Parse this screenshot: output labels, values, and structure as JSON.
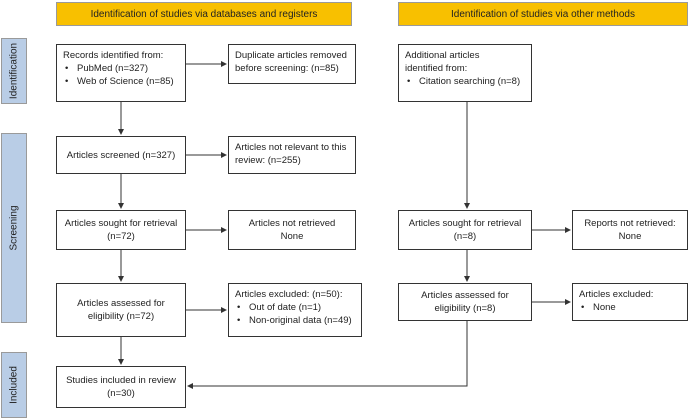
{
  "headers": {
    "left": "Identification of studies via databases and registers",
    "right": "Identification of studies via other methods"
  },
  "phases": {
    "identification": "Identification",
    "screening": "Screening",
    "included": "Included"
  },
  "boxes": {
    "records": {
      "title": "Records identified from:",
      "items": [
        "PubMed (n=327)",
        "Web of Science (n=85)"
      ]
    },
    "duplicates": {
      "line1": "Duplicate articles removed",
      "line2": "before screening: (n=85)"
    },
    "additional": {
      "line1": "Additional articles",
      "line2": "identified from:",
      "items": [
        "Citation searching (n=8)"
      ]
    },
    "screened": {
      "text": "Articles screened (n=327)"
    },
    "not_relevant": {
      "line1": "Articles not relevant to this",
      "line2": "review: (n=255)"
    },
    "sought_left": {
      "line1": "Articles sought for retrieval",
      "line2": "(n=72)"
    },
    "not_retrieved_left": {
      "line1": "Articles not retrieved",
      "line2": "None"
    },
    "sought_right": {
      "line1": "Articles sought for retrieval",
      "line2": "(n=8)"
    },
    "not_retrieved_right": {
      "line1": "Reports not retrieved:",
      "line2": "None"
    },
    "assessed_left": {
      "line1": "Articles assessed for",
      "line2": "eligibility (n=72)"
    },
    "excluded_left": {
      "title": "Articles excluded: (n=50):",
      "items": [
        "Out of date (n=1)",
        "Non-original data (n=49)"
      ]
    },
    "assessed_right": {
      "line1": "Articles assessed for",
      "line2": "eligibility (n=8)"
    },
    "excluded_right": {
      "title": "Articles excluded:",
      "items": [
        "None"
      ]
    },
    "included": {
      "line1": "Studies included in review",
      "line2": "(n=30)"
    }
  }
}
